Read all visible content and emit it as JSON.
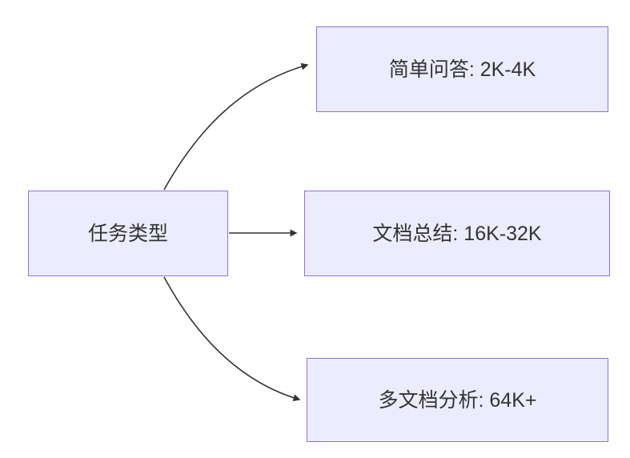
{
  "diagram": {
    "type": "flowchart",
    "direction": "LR",
    "root": {
      "id": "task-type",
      "label": "任务类型"
    },
    "children": [
      {
        "id": "simple-qa",
        "label": "简单问答: 2K-4K"
      },
      {
        "id": "doc-summary",
        "label": "文档总结: 16K-32K"
      },
      {
        "id": "multi-doc",
        "label": "多文档分析: 64K+"
      }
    ],
    "edges": [
      {
        "from": "task-type",
        "to": "simple-qa"
      },
      {
        "from": "task-type",
        "to": "doc-summary"
      },
      {
        "from": "task-type",
        "to": "multi-doc"
      }
    ],
    "colors": {
      "node_fill": "#ECECFF",
      "node_border": "#9370DB",
      "arrow": "#333333",
      "text": "#333333",
      "background": "#ffffff"
    }
  }
}
